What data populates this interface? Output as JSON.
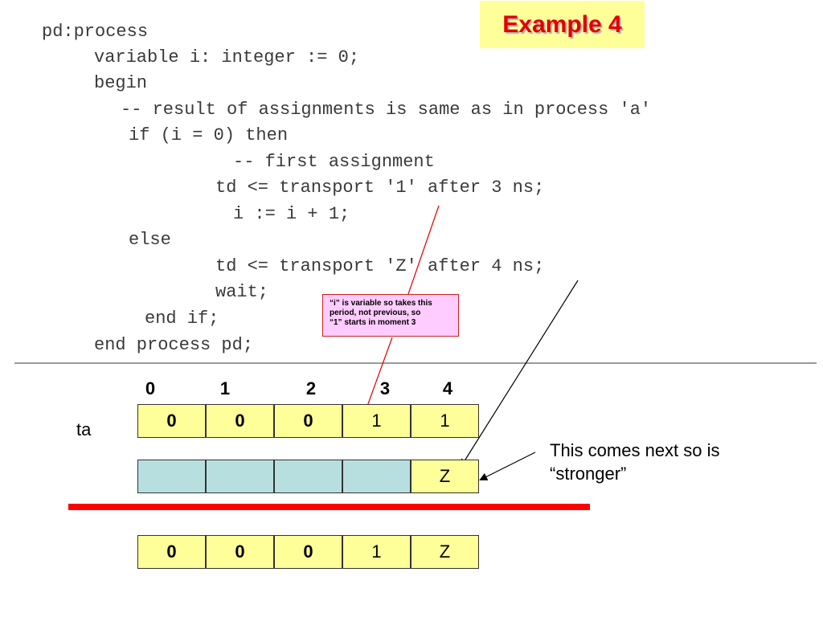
{
  "title": "Example 4",
  "code": [
    "pd:process",
    "variable i: integer := 0;",
    "begin",
    "-- result of assignments is same as in process 'a'",
    "if (i = 0) then",
    "-- first assignment",
    "td <= transport '1' after 3 ns;",
    "i := i + 1;",
    "else",
    "td <= transport 'Z' after 4 ns;",
    "wait;",
    "end if;",
    "end process pd;"
  ],
  "note": {
    "line1": "“i” is variable so takes this",
    "line2": "period, not previous, so",
    "line3": "“1” starts in moment 3"
  },
  "columns": [
    "0",
    "1",
    "2",
    "3",
    "4"
  ],
  "row_label": "ta",
  "row1": [
    "0",
    "0",
    "0",
    "1",
    "1"
  ],
  "row2": [
    "",
    "",
    "",
    "",
    "Z"
  ],
  "row3": [
    "0",
    "0",
    "0",
    "1",
    "Z"
  ],
  "side_note": {
    "line1": "This comes next so is",
    "line2": "“stronger”"
  },
  "colors": {
    "title_bg": "#ffff99",
    "title_text": "#e00000",
    "note_bg": "#ffccff",
    "cell_yellow": "#ffff99",
    "cell_cyan": "#b8dfe0",
    "separator_red": "#ff0000"
  }
}
